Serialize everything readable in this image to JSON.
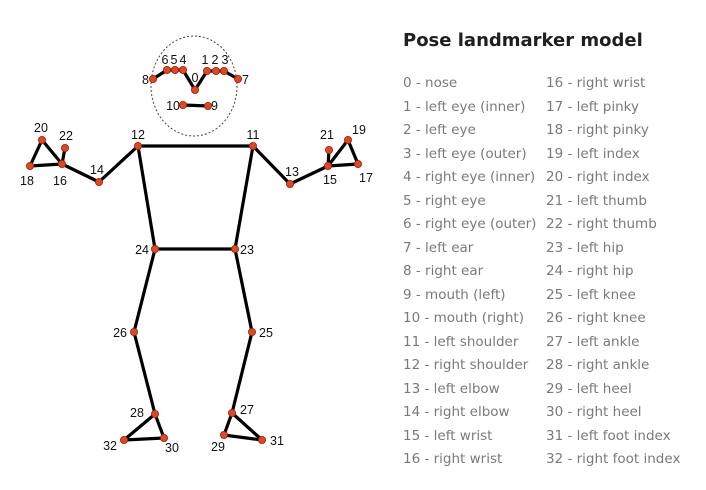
{
  "title": "Pose landmarker model",
  "legend_left": [
    "0 - nose",
    "1 - left eye (inner)",
    "2 - left eye",
    "3 - left eye (outer)",
    "4 - right eye (inner)",
    "5 - right eye",
    "6 - right eye (outer)",
    "7 - left ear",
    "8 - right ear",
    "9 - mouth (left)",
    "10 - mouth (right)",
    "11 - left shoulder",
    "12 - right shoulder",
    "13 - left elbow",
    "14 - right elbow",
    "15 - left wrist",
    "16 - right wrist"
  ],
  "legend_right": [
    "16 - right wrist",
    "17 - left pinky",
    "18 - right pinky",
    "19 - left index",
    "20 - right index",
    "21 - left thumb",
    "22 - right thumb",
    "23 - left hip",
    "24 - right hip",
    "25 - left knee",
    "26 - right knee",
    "27 - left ankle",
    "28 - right ankle",
    "29 - left heel",
    "30 - right heel",
    "31 - left foot index",
    "32 - right foot index"
  ],
  "landmark_labels": [
    "0",
    "1",
    "2",
    "3",
    "4",
    "5",
    "6",
    "7",
    "8",
    "9",
    "10",
    "11",
    "12",
    "13",
    "14",
    "15",
    "16",
    "17",
    "18",
    "19",
    "20",
    "21",
    "22",
    "23",
    "24",
    "25",
    "26",
    "27",
    "28",
    "29",
    "30",
    "31",
    "32"
  ],
  "colors": {
    "point": "#e8441e",
    "point_stroke": "#8a2a10",
    "line": "#000000",
    "label": "#111111",
    "legend_text": "#7a7a7a",
    "title_text": "#1f1f1f"
  }
}
